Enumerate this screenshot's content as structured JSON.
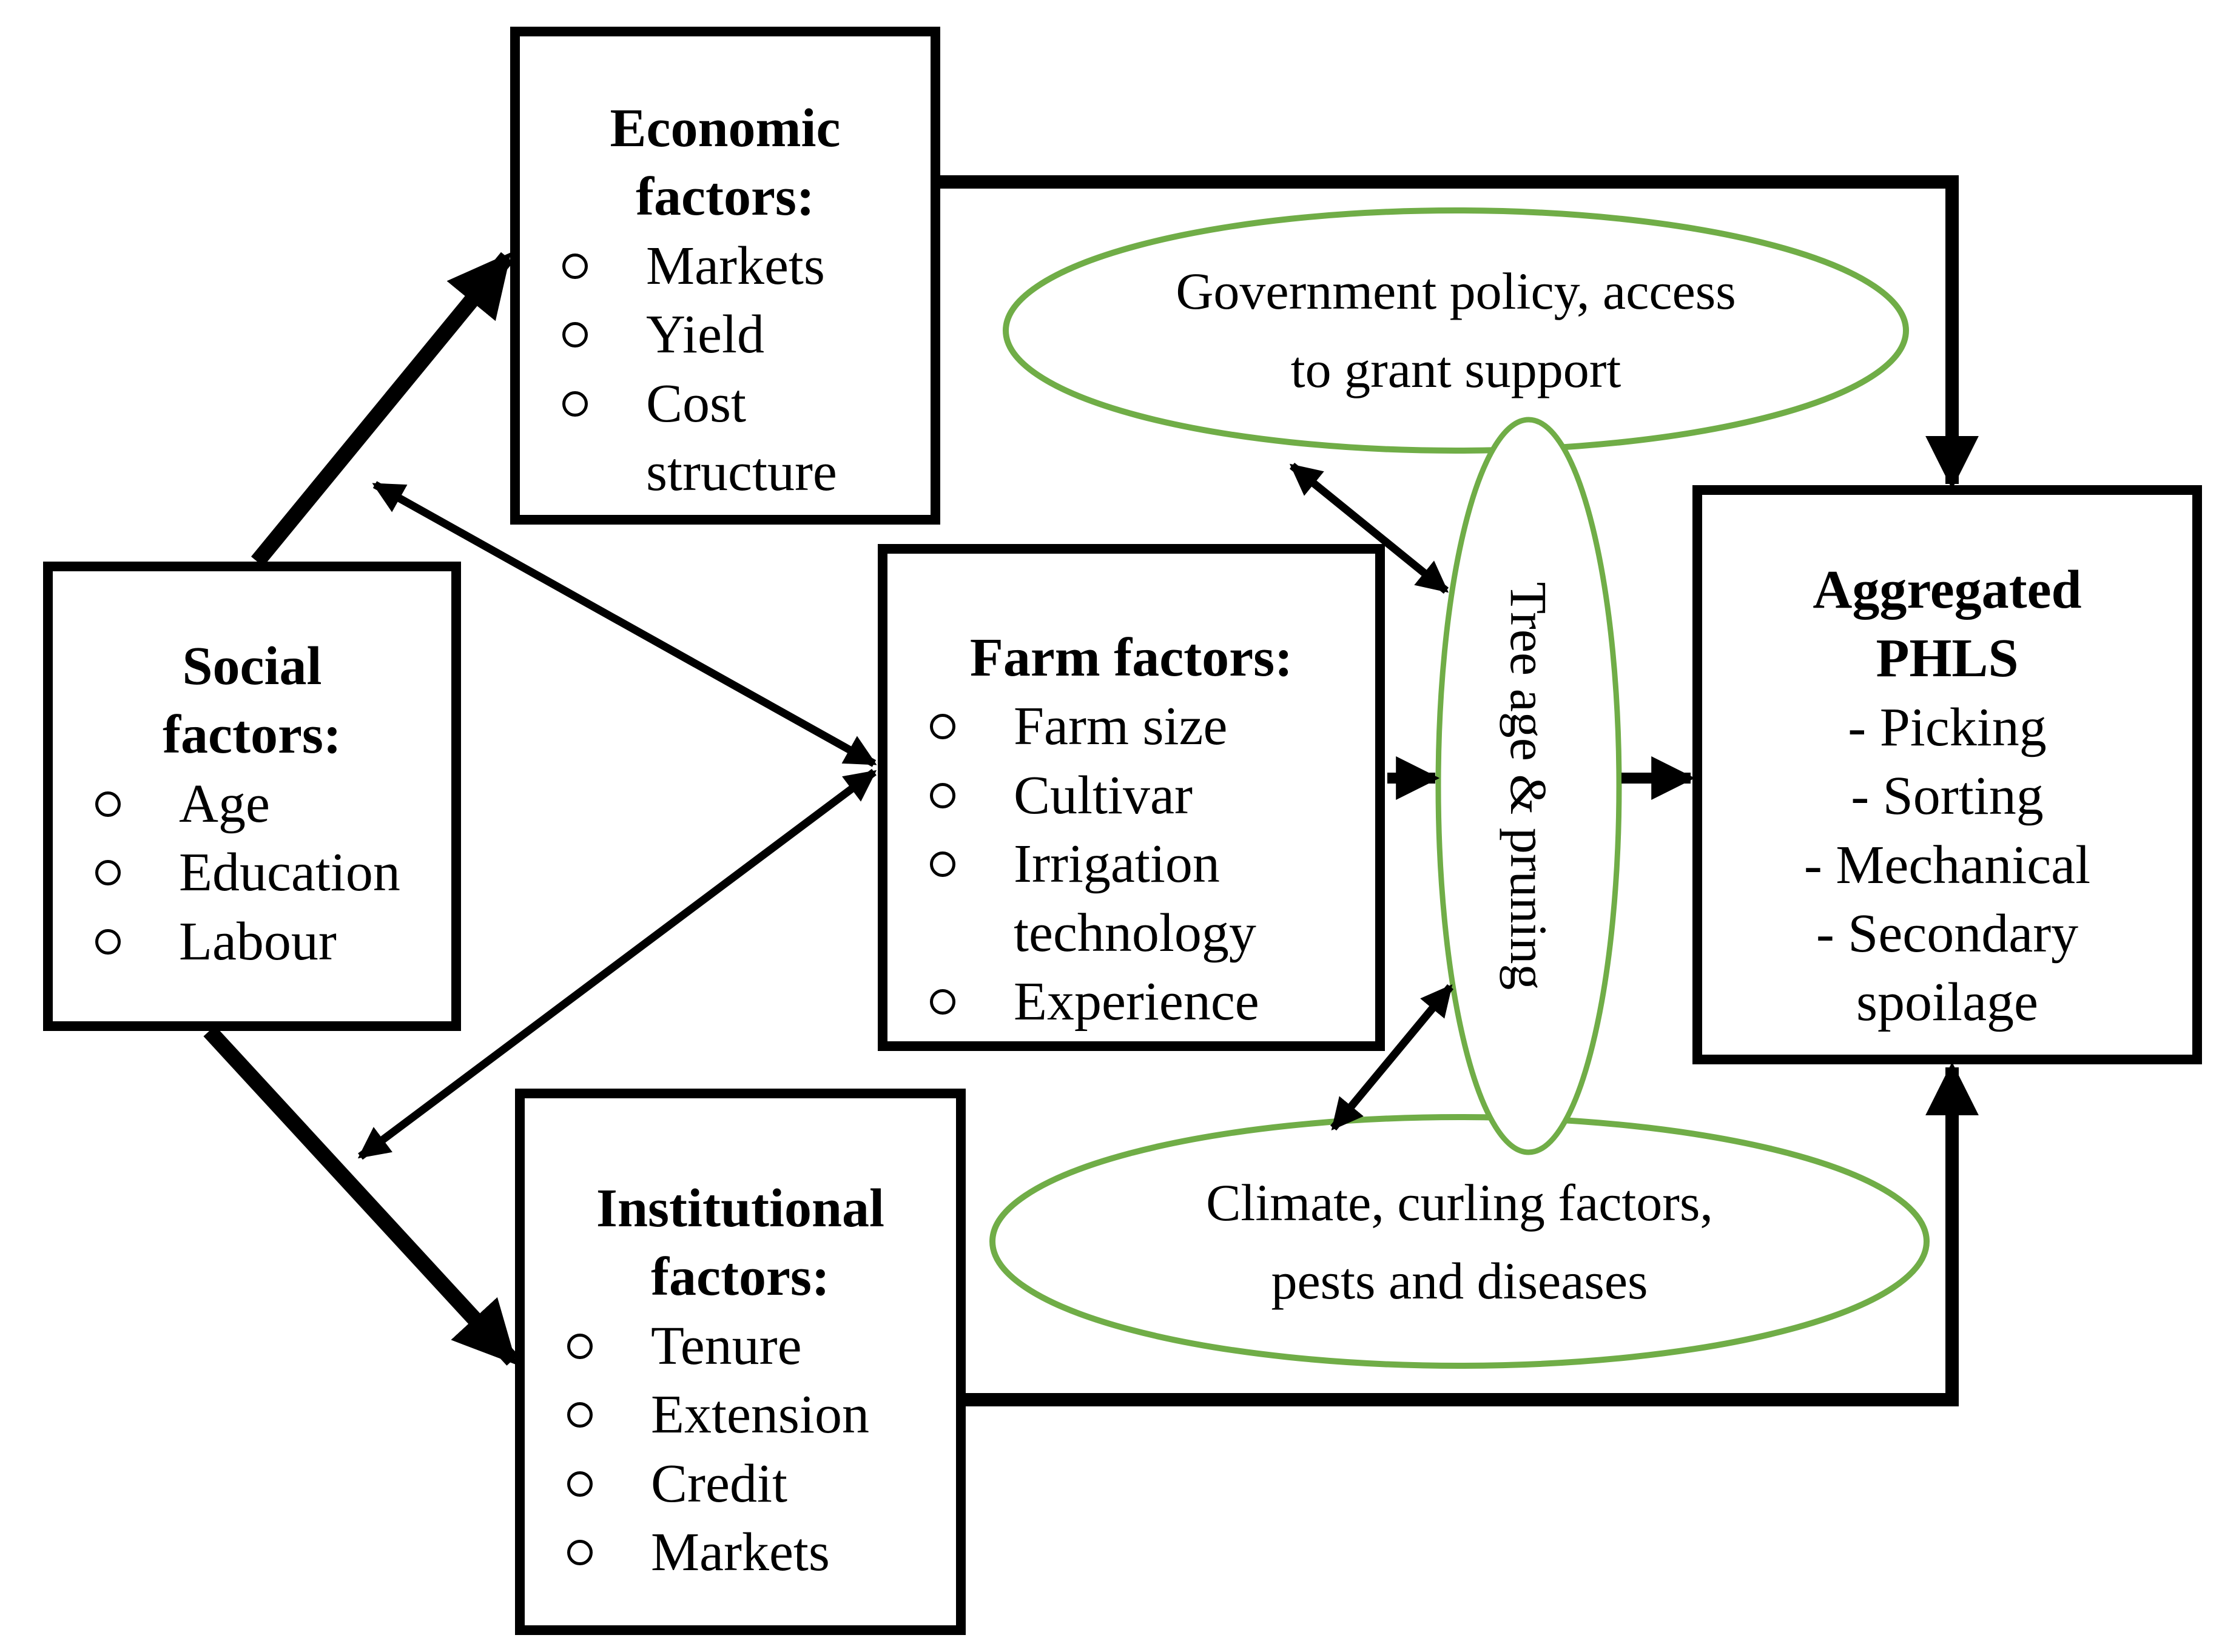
{
  "boxes": {
    "social": {
      "title_lines": [
        "Social",
        "factors:"
      ],
      "bullet": "o",
      "items": [
        "Age",
        "Education",
        "Labour"
      ]
    },
    "economic": {
      "title_lines": [
        "Economic",
        "factors:"
      ],
      "bullet": "o",
      "items": [
        "Markets",
        "Yield",
        "Cost structure"
      ]
    },
    "farm": {
      "title_lines": [
        "Farm factors:"
      ],
      "bullet": "o",
      "items": [
        "Farm size",
        "Cultivar",
        "Irrigation technology",
        "Experience"
      ]
    },
    "institutional": {
      "title_lines": [
        "Institutional",
        "factors:"
      ],
      "bullet": "o",
      "items": [
        "Tenure",
        "Extension",
        "Credit",
        "Markets"
      ]
    },
    "phls": {
      "title_lines": [
        "Aggregated",
        "PHLS"
      ],
      "items": [
        "- Picking",
        "- Sorting",
        "- Mechanical",
        "- Secondary spoilage"
      ]
    }
  },
  "ellipses": {
    "government": {
      "lines": [
        "Government policy, access",
        "to grant support"
      ]
    },
    "climate": {
      "lines": [
        "Climate, curling factors,",
        "pests and diseases"
      ]
    },
    "tree": {
      "lines": [
        "Tree age & pruning"
      ]
    }
  },
  "colors": {
    "outline_black": "#000000",
    "ellipse_green": "#70AD47",
    "background": "#ffffff"
  }
}
